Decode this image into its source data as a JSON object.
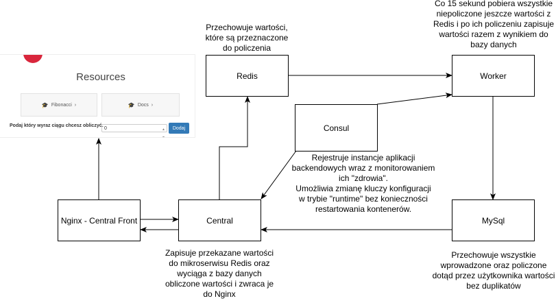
{
  "boxes": {
    "redis": "Redis",
    "worker": "Worker",
    "consul": "Consul",
    "mysql": "MySql",
    "central": "Central",
    "nginx": "Nginx - Central Front"
  },
  "notes": {
    "redis": [
      "Przechowuje wartości,",
      "które są przeznaczone",
      "do policzenia"
    ],
    "worker": [
      "Co 15 sekund pobiera wszystkie",
      "niepoliczone jeszcze wartości z",
      "Redis i po ich policzeniu zapisuje",
      "wartości razem z wynikiem do",
      "bazy danych"
    ],
    "consul": [
      "Rejestruje instancje aplikacji",
      "backendowych wraz z monitorowaniem",
      "ich \"zdrowia\".",
      "Umożliwia zmianę kluczy konfiguracji",
      "w trybie \"runtime\" bez konieczności",
      "restartowania kontenerów."
    ],
    "central": [
      "Zapisuje przekazane wartości",
      "do mikroserwisu Redis oraz",
      "wyciąga z bazy danych",
      "obliczone wartości i zwraca je",
      "do Nginx"
    ],
    "mysql": [
      "Przechowuje wszystkie",
      "wprowadzone oraz policzone",
      "dotąd przez użytkownika wartości",
      "bez duplikatów"
    ]
  },
  "screenshot": {
    "title": "Resources",
    "card1": "Fibonacci",
    "card2": "Docs",
    "prompt": "Podaj który wyraz ciągu chcesz obliczyć:",
    "input_value": "0",
    "button": "Dodaj"
  }
}
